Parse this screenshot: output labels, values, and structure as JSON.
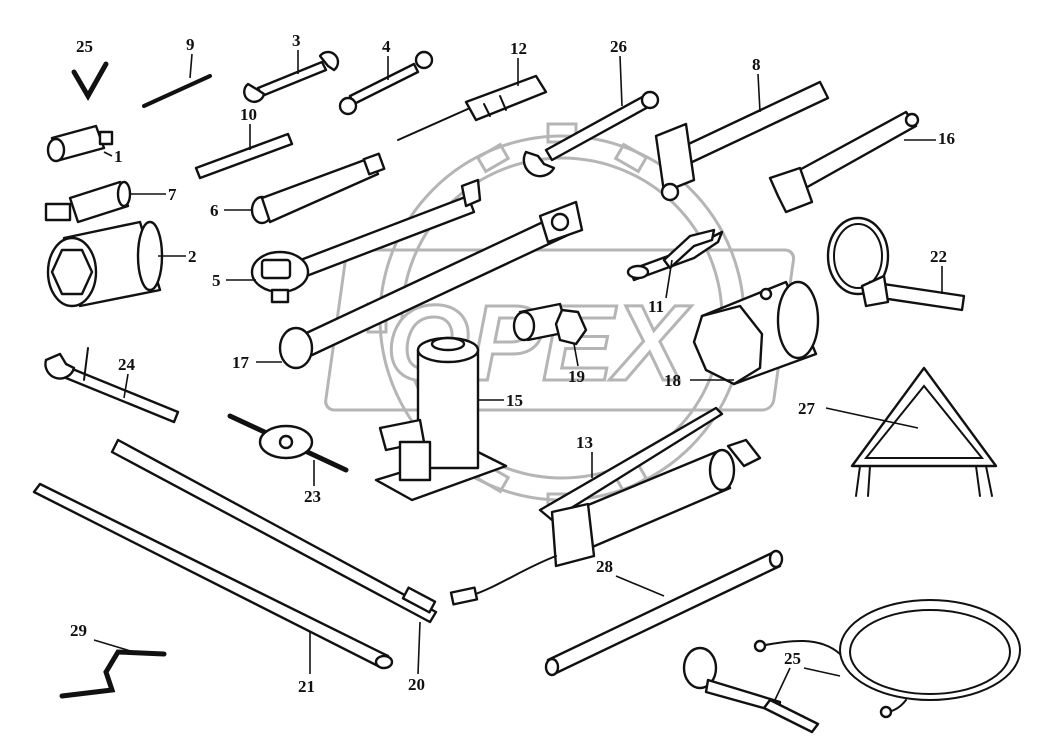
{
  "watermark": {
    "text": "OPEX",
    "color": "#b5b5b5"
  },
  "callouts": {
    "c25a": "25",
    "c9": "9",
    "c3": "3",
    "c4": "4",
    "c12": "12",
    "c26": "26",
    "c8": "8",
    "c10": "10",
    "c1": "1",
    "c16": "16",
    "c7": "7",
    "c6": "6",
    "c2": "2",
    "c22": "22",
    "c5": "5",
    "c11": "11",
    "c17": "17",
    "c19": "19",
    "c18": "18",
    "c24": "24",
    "c15": "15",
    "c27": "27",
    "c13": "13",
    "c23": "23",
    "c28": "28",
    "c29": "29",
    "c21": "21",
    "c20": "20",
    "c25b": "25"
  },
  "parts": [
    {
      "ref": "1",
      "icon": "socket-adapter-icon"
    },
    {
      "ref": "2",
      "icon": "large-socket-icon"
    },
    {
      "ref": "3",
      "icon": "open-end-wrench-icon"
    },
    {
      "ref": "4",
      "icon": "offset-ring-wrench-icon"
    },
    {
      "ref": "5",
      "icon": "ratchet-handle-icon"
    },
    {
      "ref": "6",
      "icon": "socket-extension-icon"
    },
    {
      "ref": "7",
      "icon": "universal-joint-icon"
    },
    {
      "ref": "8",
      "icon": "hammer-icon"
    },
    {
      "ref": "9",
      "icon": "pin-punch-icon"
    },
    {
      "ref": "10",
      "icon": "drift-icon"
    },
    {
      "ref": "11",
      "icon": "pliers-icon"
    },
    {
      "ref": "12",
      "icon": "screwdriver-icon"
    },
    {
      "ref": "13",
      "icon": "grease-gun-icon"
    },
    {
      "ref": "15",
      "icon": "hydraulic-jack-icon"
    },
    {
      "ref": "16",
      "icon": "adjustable-wrench-icon"
    },
    {
      "ref": "17",
      "icon": "wheel-nut-wrench-icon"
    },
    {
      "ref": "18",
      "icon": "hex-socket-icon"
    },
    {
      "ref": "19",
      "icon": "socket-icon"
    },
    {
      "ref": "20",
      "icon": "tire-lever-icon"
    },
    {
      "ref": "21",
      "icon": "jack-handle-icon"
    },
    {
      "ref": "22",
      "icon": "filter-wrench-icon"
    },
    {
      "ref": "23",
      "icon": "valve-tool-icon"
    },
    {
      "ref": "24",
      "icon": "spanner-key-icon"
    },
    {
      "ref": "25",
      "icon": "hex-key-icon"
    },
    {
      "ref": "26",
      "icon": "combination-wrench-icon"
    },
    {
      "ref": "27",
      "icon": "warning-triangle-icon"
    },
    {
      "ref": "28",
      "icon": "tommy-bar-icon"
    },
    {
      "ref": "29",
      "icon": "crank-handle-icon"
    }
  ]
}
